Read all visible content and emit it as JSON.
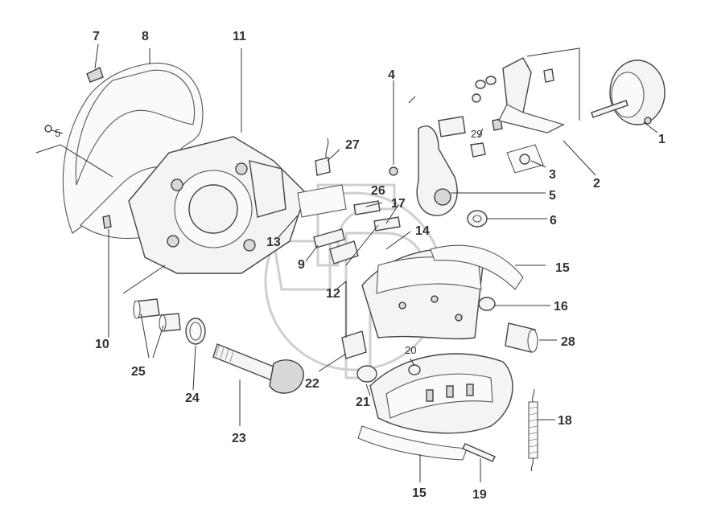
{
  "labels": {
    "n1": "1",
    "n2": "2",
    "n3": "3",
    "n4": "4",
    "n5a": "5",
    "n5b": "5",
    "n6": "6",
    "n7": "7",
    "n8": "8",
    "n9": "9",
    "n10": "10",
    "n11": "11",
    "n12": "12",
    "n13": "13",
    "n14": "14",
    "n15a": "15",
    "n15b": "15",
    "n16": "16",
    "n17": "17",
    "n18": "18",
    "n19": "19",
    "n20": "20",
    "n21": "21",
    "n22": "22",
    "n23": "23",
    "n24": "24",
    "n25": "25",
    "n26": "26",
    "n27": "27",
    "n28": "28",
    "n29": "29"
  }
}
